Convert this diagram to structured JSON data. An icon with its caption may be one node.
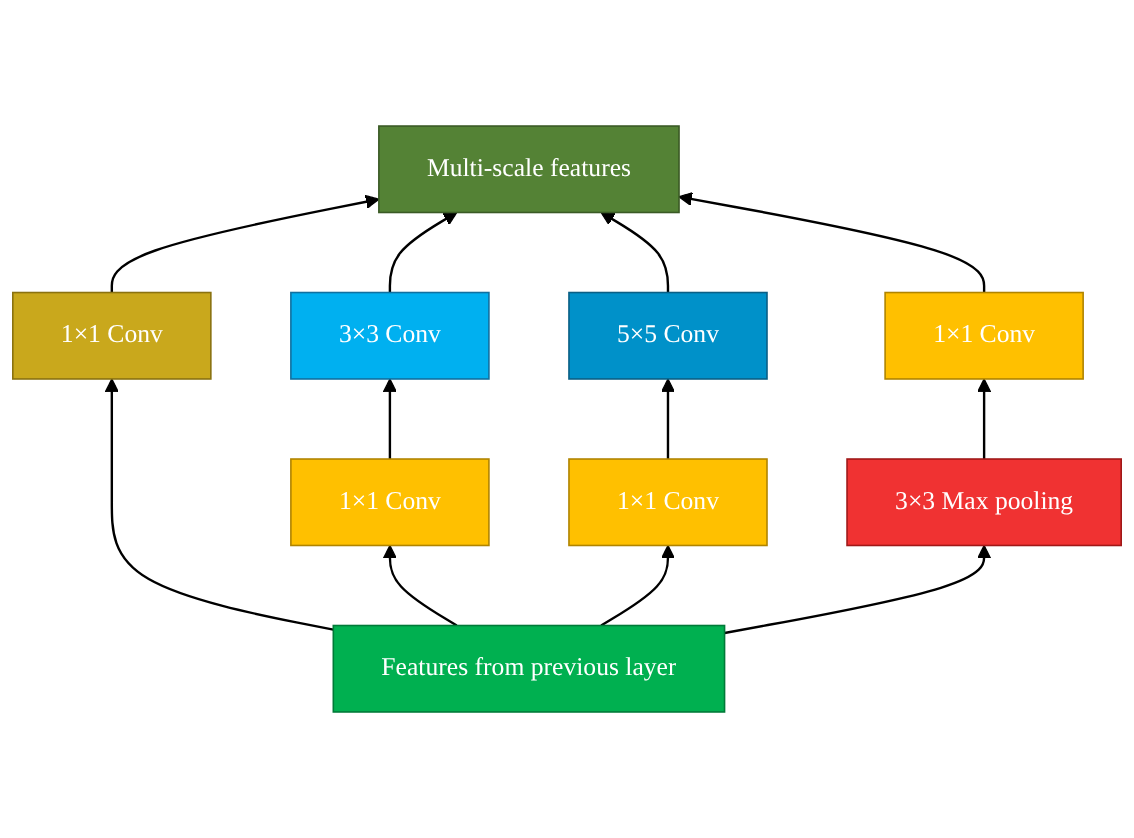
{
  "diagram": {
    "nodes": [
      {
        "text": [
          "Multi-scale features"
        ]
      },
      {
        "text": [
          "1×1 Conv"
        ]
      },
      {
        "text": [
          "3×3 Conv"
        ]
      },
      {
        "text": [
          "5×5 Conv"
        ]
      },
      {
        "text": [
          "1×1 Conv"
        ]
      },
      {
        "text": [
          "1×1 Conv"
        ]
      },
      {
        "text": [
          "1×1 Conv"
        ]
      },
      {
        "text": [
          "3×3 Max pooling"
        ]
      },
      {
        "text": [
          "Features from previous layer"
        ]
      }
    ],
    "edges": [
      {
        "from": 8,
        "to": 1,
        "arrow": "to"
      },
      {
        "from": 8,
        "to": 5,
        "arrow": "to"
      },
      {
        "from": 8,
        "to": 6,
        "arrow": "to"
      },
      {
        "from": 8,
        "to": 7,
        "arrow": "to"
      },
      {
        "from": 5,
        "to": 2,
        "arrow": "to"
      },
      {
        "from": 6,
        "to": 3,
        "arrow": "to"
      },
      {
        "from": 7,
        "to": 4,
        "arrow": "to"
      },
      {
        "from": 1,
        "to": 0,
        "arrow": "to"
      },
      {
        "from": 2,
        "to": 0,
        "arrow": "to"
      },
      {
        "from": 3,
        "to": 0,
        "arrow": "to"
      },
      {
        "from": 4,
        "to": 0,
        "arrow": "to"
      }
    ]
  }
}
